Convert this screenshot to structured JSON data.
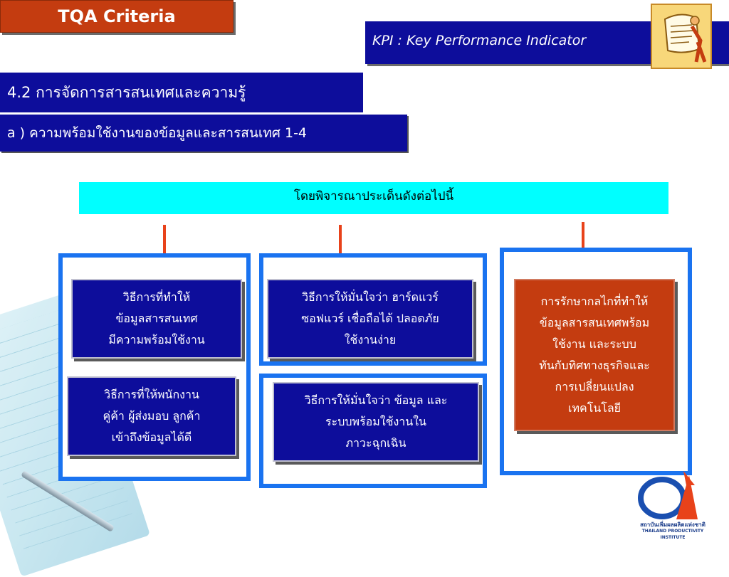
{
  "header": {
    "tqa_title": "TQA Criteria",
    "kpi_title": "KPI : Key Performance Indicator"
  },
  "section": {
    "title": "4.2 การจัดการสารสนเทศและความรู้",
    "subtitle": "a ) ความพร้อมใช้งานของข้อมูลและสารสนเทศ 1-4"
  },
  "banner": "โดยพิจารณาประเด็นดังต่อไปนี้",
  "boxes": {
    "b1": [
      "วิธีการที่ทำให้",
      "ข้อมูลสารสนเทศ",
      "มีความพร้อมใช้งาน"
    ],
    "b2": [
      "วิธีการที่ให้พนักงาน",
      "คู่ค้า ผู้ส่งมอบ ลูกค้า",
      "เข้าถึงข้อมูลได้ดี"
    ],
    "b3": [
      "วิธีการให้มั่นใจว่า ฮาร์ดแวร์",
      "ซอฟแวร์ เชื่อถือได้ ปลอดภัย",
      "ใช้งานง่าย"
    ],
    "b4": [
      "วิธีการให้มั่นใจว่า ข้อมูล และ",
      "ระบบพร้อมใช้งานใน",
      "ภาวะฉุกเฉิน"
    ],
    "b5": [
      "การรักษากลไกที่ทำให้",
      "ข้อมูลสารสนเทศพร้อม",
      "ใช้งาน และระบบ",
      "ทันกับทิศทางธุรกิจและ",
      "การเปลี่ยนแปลง",
      "เทคโนโลยี"
    ]
  },
  "logo": {
    "line1": "สถาบันเพิ่มผลผลิตแห่งชาติ",
    "line2": "THAILAND PRODUCTIVITY INSTITUTE"
  },
  "colors": {
    "navy": "#0d0d9b",
    "red": "#c43c10",
    "cyan": "#00ffff",
    "frame_blue": "#1a73f0",
    "arrow": "#e8421a"
  }
}
